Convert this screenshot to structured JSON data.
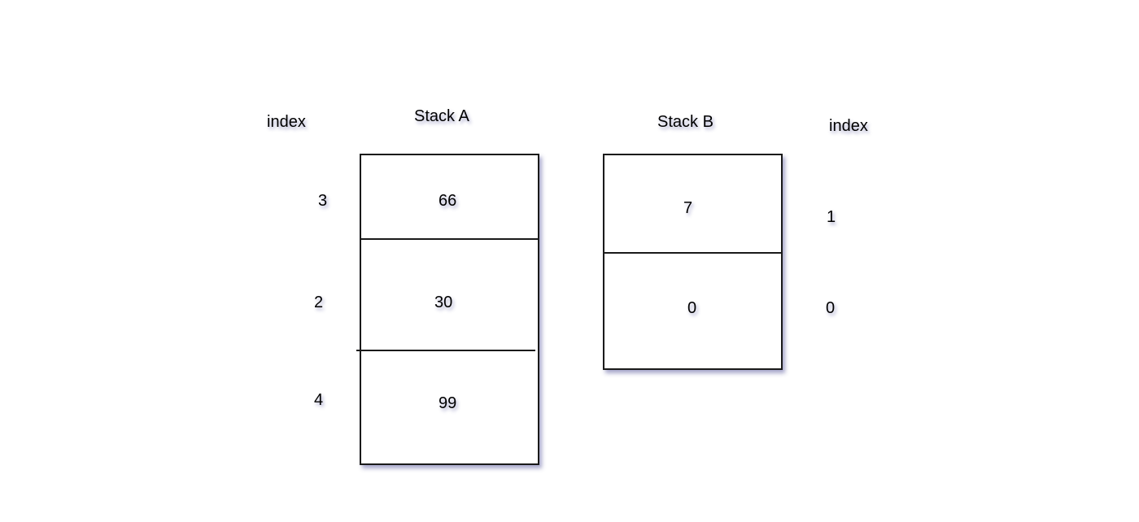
{
  "stack_a": {
    "title": "Stack A",
    "index_header": "index",
    "cells": [
      {
        "value": "66",
        "index": "3"
      },
      {
        "value": "30",
        "index": "2"
      },
      {
        "value": "99",
        "index": "4"
      }
    ]
  },
  "stack_b": {
    "title": "Stack B",
    "index_header": "index",
    "cells": [
      {
        "value": "7",
        "index": "1"
      },
      {
        "value": "0",
        "index": "0"
      }
    ]
  }
}
